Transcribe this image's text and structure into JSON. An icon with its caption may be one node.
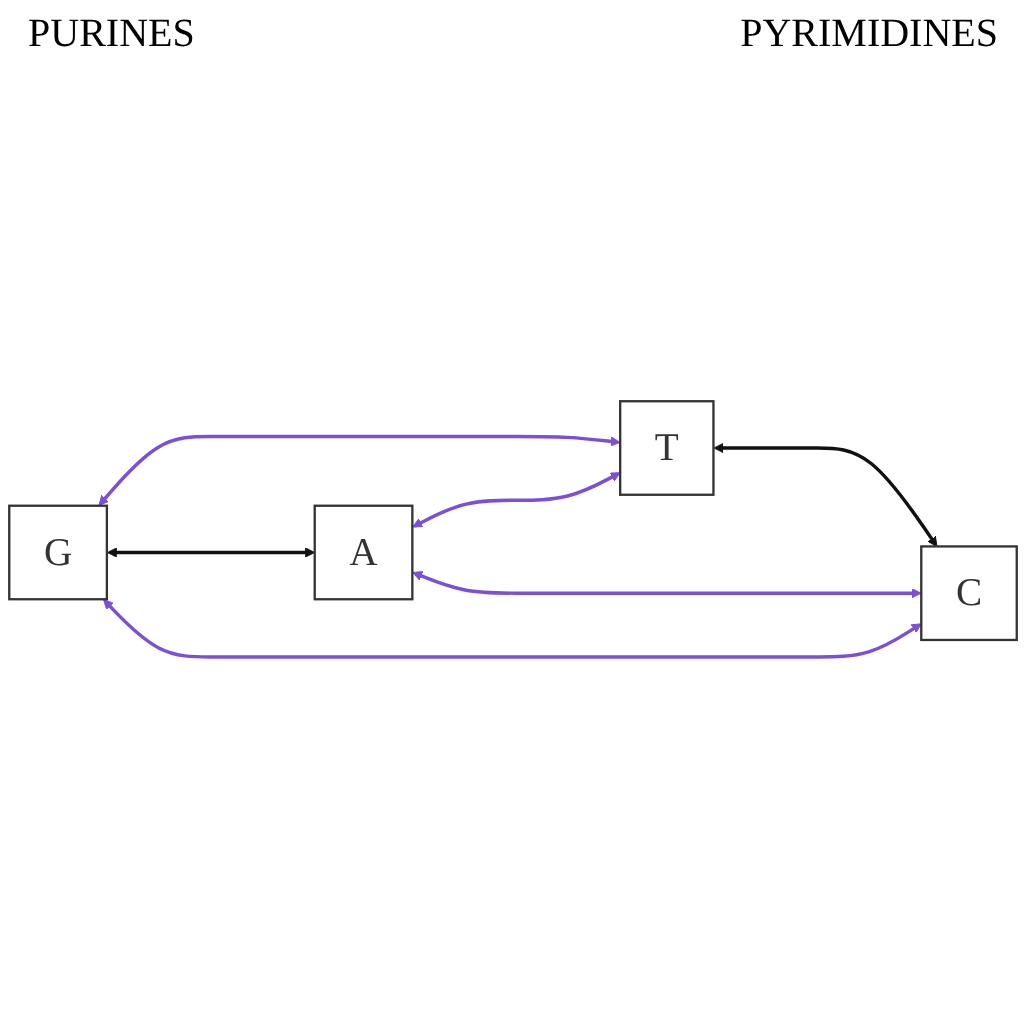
{
  "diagram": {
    "nodes": [
      {
        "text": [
          "G"
        ]
      },
      {
        "text": [
          "A"
        ]
      },
      {
        "text": [
          "T"
        ]
      },
      {
        "text": [
          "C"
        ]
      }
    ],
    "edges": [
      {
        "from": 0,
        "to": 1,
        "arrow": "both",
        "color": "#111111"
      },
      {
        "from": 2,
        "to": 3,
        "arrow": "both",
        "color": "#111111"
      },
      {
        "from": 0,
        "to": 2,
        "arrow": "both"
      },
      {
        "from": 1,
        "to": 3,
        "arrow": "both"
      },
      {
        "from": 0,
        "to": 3,
        "arrow": "both"
      },
      {
        "from": 1,
        "to": 2,
        "arrow": "both"
      }
    ],
    "labels": [
      "PURINES",
      "PYRIMIDINES"
    ]
  }
}
